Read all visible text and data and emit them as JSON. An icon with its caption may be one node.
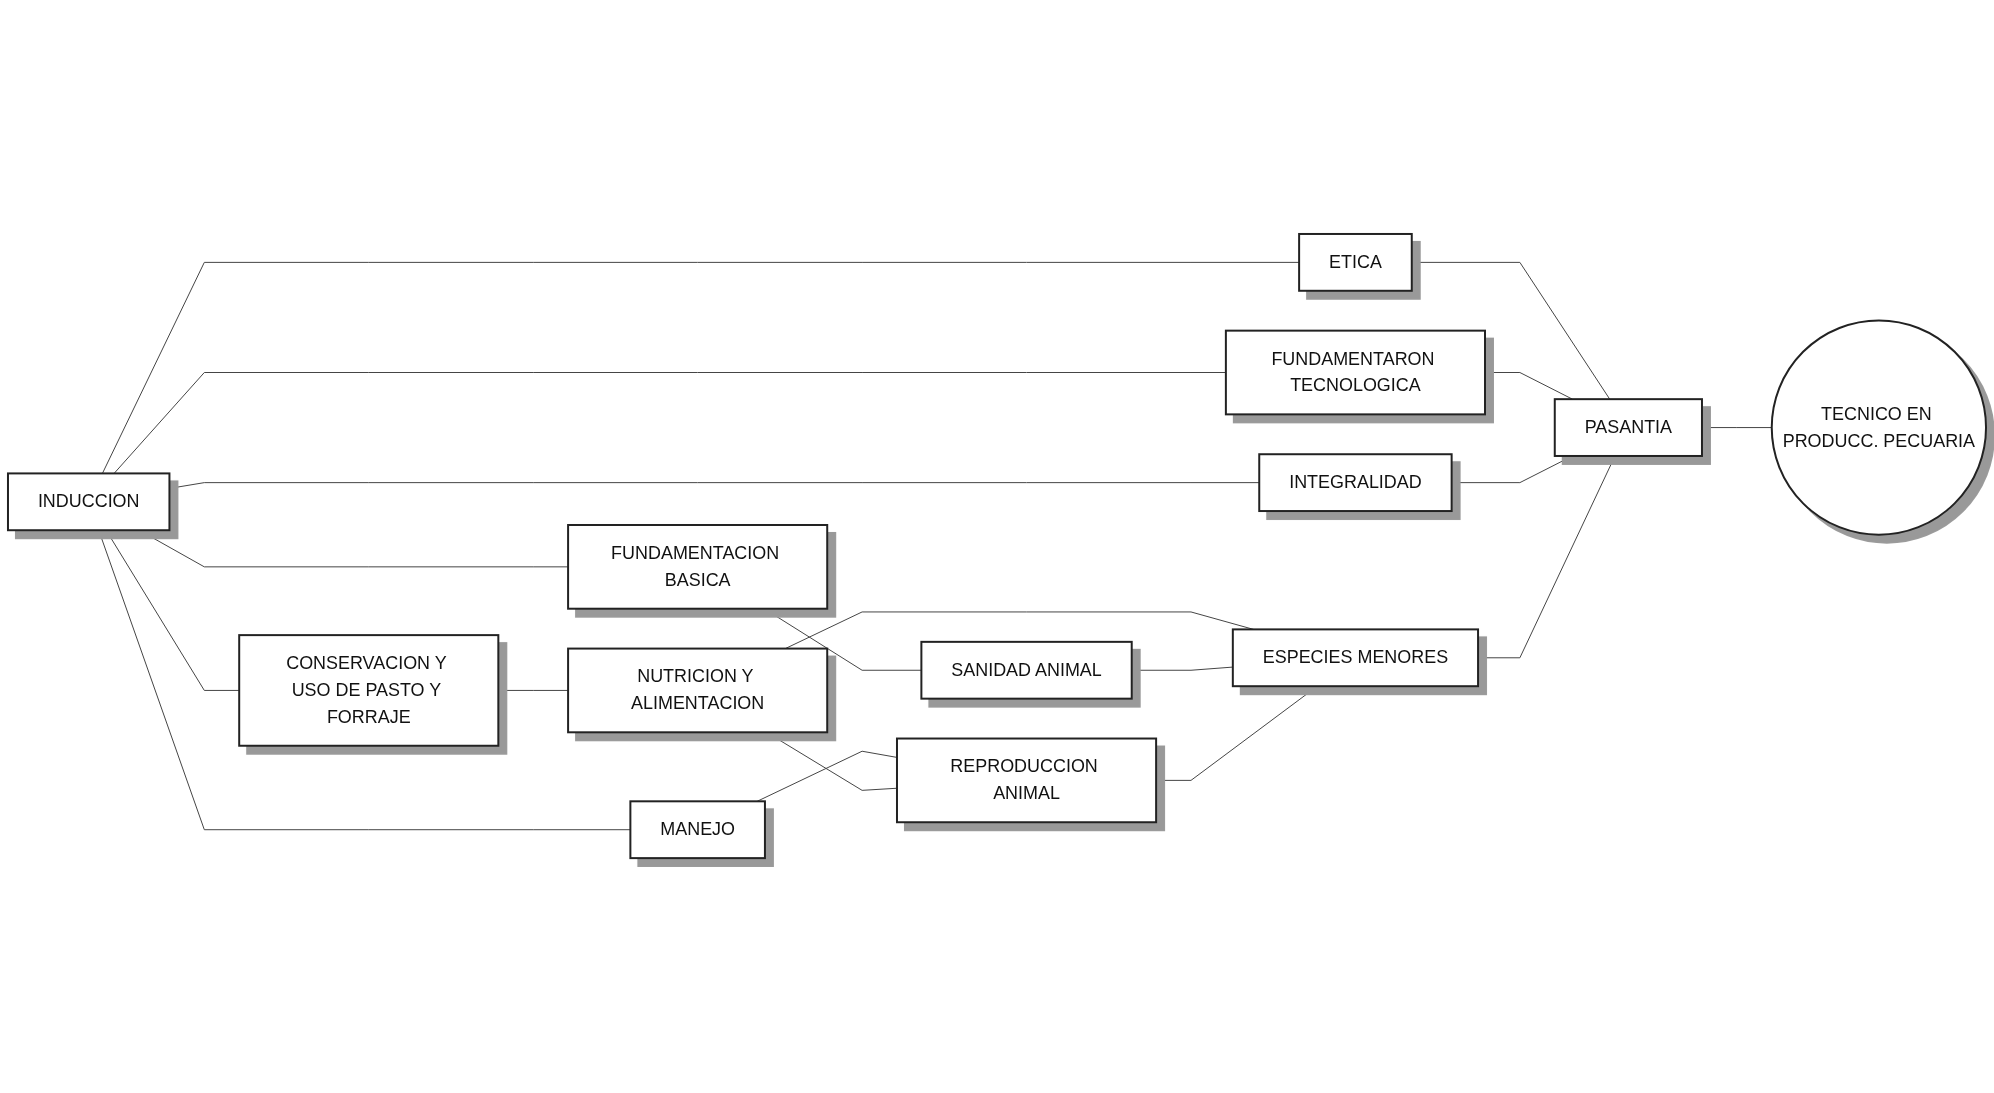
{
  "diagram": {
    "nodes": [
      {
        "text": [
          "ETICA"
        ]
      },
      {
        "text": [
          "FUNDAMENTARON TECNOLOGICA"
        ]
      },
      {
        "text": [
          "INDUCCION"
        ]
      },
      {
        "text": [
          "CONSERVACION Y USO DE PASTO Y FORRAJE"
        ]
      },
      {
        "text": [
          "FUNDAMENTACION BASICA"
        ]
      },
      {
        "text": [
          "MANEJO"
        ]
      },
      {
        "text": [
          "NUTRICION Y ALIMENTACION"
        ]
      },
      {
        "text": [
          "SANIDAD ANIMAL"
        ]
      },
      {
        "text": [
          "REPRODUCCION ANIMAL"
        ]
      },
      {
        "text": [
          "ESPECIES MENORES"
        ]
      },
      {
        "text": [
          "PASANTIA"
        ]
      },
      {
        "text": [
          "TECNICO EN PRODUCC. PECUARIA"
        ]
      },
      {
        "text": [
          "INTEGRALIDAD"
        ]
      }
    ],
    "edges": [
      {
        "from": 2,
        "to": 0,
        "arrow": "none"
      },
      {
        "from": 2,
        "to": 1,
        "arrow": "none"
      },
      {
        "from": 2,
        "to": 3,
        "arrow": "none"
      },
      {
        "from": 2,
        "to": 4,
        "arrow": "none"
      },
      {
        "from": 2,
        "to": 5,
        "arrow": "none"
      },
      {
        "from": 2,
        "to": 12,
        "arrow": "none"
      },
      {
        "from": 3,
        "to": 6,
        "arrow": "none"
      },
      {
        "from": 4,
        "to": 7,
        "arrow": "none"
      },
      {
        "from": 5,
        "to": 8,
        "arrow": "none"
      },
      {
        "from": 6,
        "to": 8,
        "arrow": "none"
      },
      {
        "from": 6,
        "to": 9,
        "arrow": "none"
      },
      {
        "from": 7,
        "to": 9,
        "arrow": "none"
      },
      {
        "from": 8,
        "to": 9,
        "arrow": "none"
      },
      {
        "from": 0,
        "to": 10,
        "arrow": "none"
      },
      {
        "from": 1,
        "to": 10,
        "arrow": "none"
      },
      {
        "from": 12,
        "to": 10,
        "arrow": "none"
      },
      {
        "from": 9,
        "to": 10,
        "arrow": "none"
      },
      {
        "from": 10,
        "to": 11,
        "arrow": "none"
      }
    ]
  }
}
